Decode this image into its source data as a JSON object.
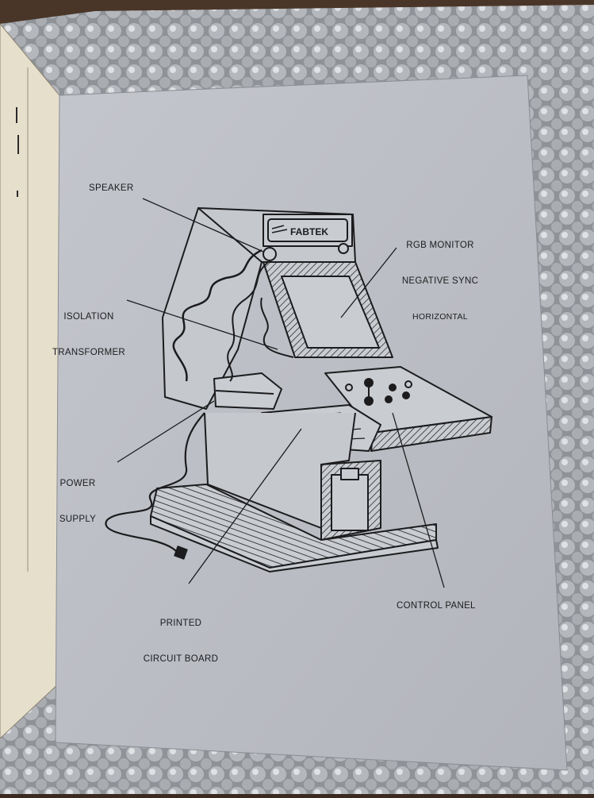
{
  "diagram": {
    "logo_text": "FABTEK",
    "labels": {
      "speaker": "SPEAKER",
      "monitor_line1": "RGB MONITOR",
      "monitor_line2": "NEGATIVE SYNC",
      "monitor_line3": "HORIZONTAL",
      "isolation_line1": "ISOLATION",
      "isolation_line2": "TRANSFORMER",
      "power_line1": "POWER",
      "power_line2": "SUPPLY",
      "pcb_line1": "PRINTED",
      "pcb_line2": "CIRCUIT BOARD",
      "control_panel": "CONTROL PANEL"
    }
  },
  "colors": {
    "page": "#b9bdc4",
    "left_page": "#e8e0cc",
    "ink": "#1c1c1e",
    "bubble_wrap": "#9a9ea4"
  }
}
